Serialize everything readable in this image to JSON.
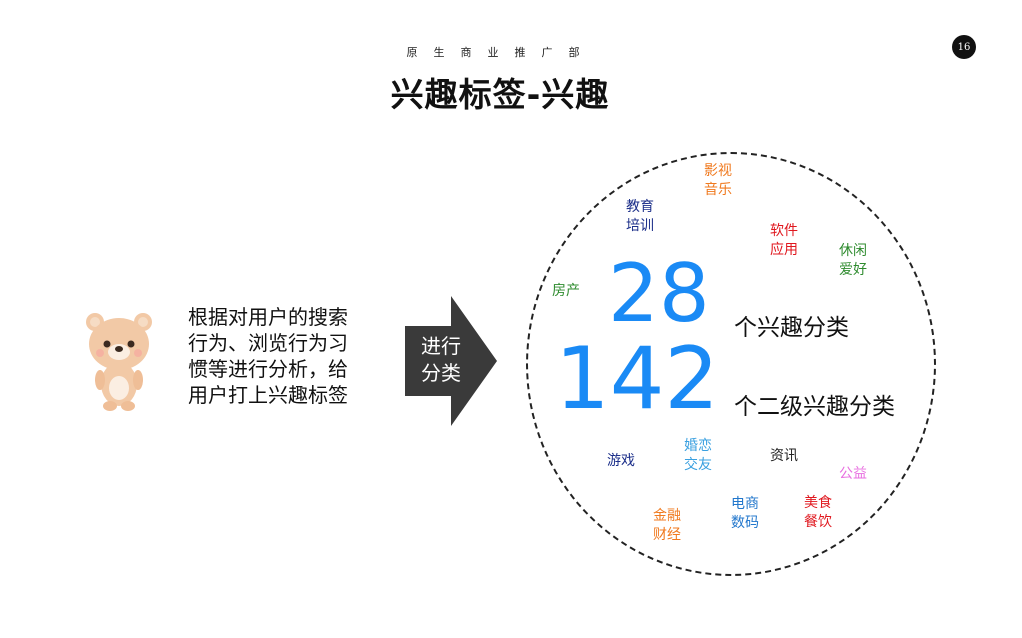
{
  "header": {
    "department": "原生商业推广部",
    "title": "兴趣标签-兴趣",
    "page_number": "16"
  },
  "left": {
    "description_lines": [
      "根据对用户的搜索",
      "行为、浏览行为习",
      "惯等进行分析，给",
      "用户打上兴趣标签"
    ]
  },
  "arrow": {
    "label_lines": [
      "进行",
      "分类"
    ]
  },
  "stats": {
    "primary_count": "28",
    "primary_label": "个兴趣分类",
    "secondary_count": "142",
    "secondary_label": "个二级兴趣分类"
  },
  "tags": [
    {
      "lines": [
        "影视",
        "音乐"
      ],
      "color": "#f07a1f"
    },
    {
      "lines": [
        "教育",
        "培训"
      ],
      "color": "#1c2f8a"
    },
    {
      "lines": [
        "软件",
        "应用"
      ],
      "color": "#e0171e"
    },
    {
      "lines": [
        "休闲",
        "爱好"
      ],
      "color": "#2e8b2e"
    },
    {
      "lines": [
        "房产"
      ],
      "color": "#2e8b2e"
    },
    {
      "lines": [
        "游戏"
      ],
      "color": "#1c2f8a"
    },
    {
      "lines": [
        "婚恋",
        "交友"
      ],
      "color": "#3aa0e0"
    },
    {
      "lines": [
        "资讯"
      ],
      "color": "#222222"
    },
    {
      "lines": [
        "公益"
      ],
      "color": "#e86fe0"
    },
    {
      "lines": [
        "金融",
        "财经"
      ],
      "color": "#f07a1f"
    },
    {
      "lines": [
        "电商",
        "数码"
      ],
      "color": "#2277cc"
    },
    {
      "lines": [
        "美食",
        "餐饮"
      ],
      "color": "#e0171e"
    }
  ],
  "colors": {
    "accent_number": "#1a8af5",
    "arrow_fill": "#3a3a3a"
  },
  "icons": {
    "mascot": "bear-mascot-icon"
  }
}
